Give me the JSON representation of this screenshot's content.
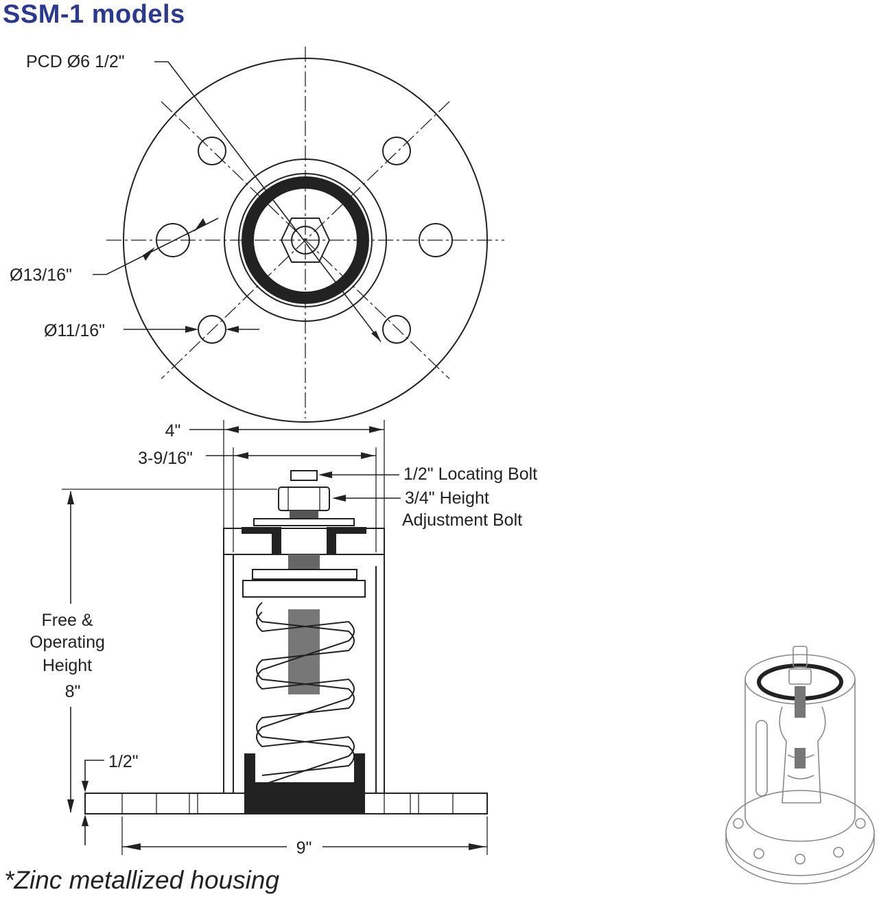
{
  "title": "SSM-1 models",
  "footnote": "*Zinc metallized housing",
  "labels": {
    "pcd": "PCD Ø6 1/2\"",
    "hole_large": "Ø13/16\"",
    "hole_small": "Ø11/16\"",
    "width_outer": "4\"",
    "width_inner": "3-9/16\"",
    "locating_bolt": "1/2\" Locating Bolt",
    "height_bolt_1": "3/4\" Height",
    "height_bolt_2": "Adjustment Bolt",
    "free_height_1": "Free &",
    "free_height_2": "Operating",
    "free_height_3": "Height",
    "free_height_4": "8\"",
    "base_thickness": "1/2\"",
    "base_width": "9\""
  }
}
